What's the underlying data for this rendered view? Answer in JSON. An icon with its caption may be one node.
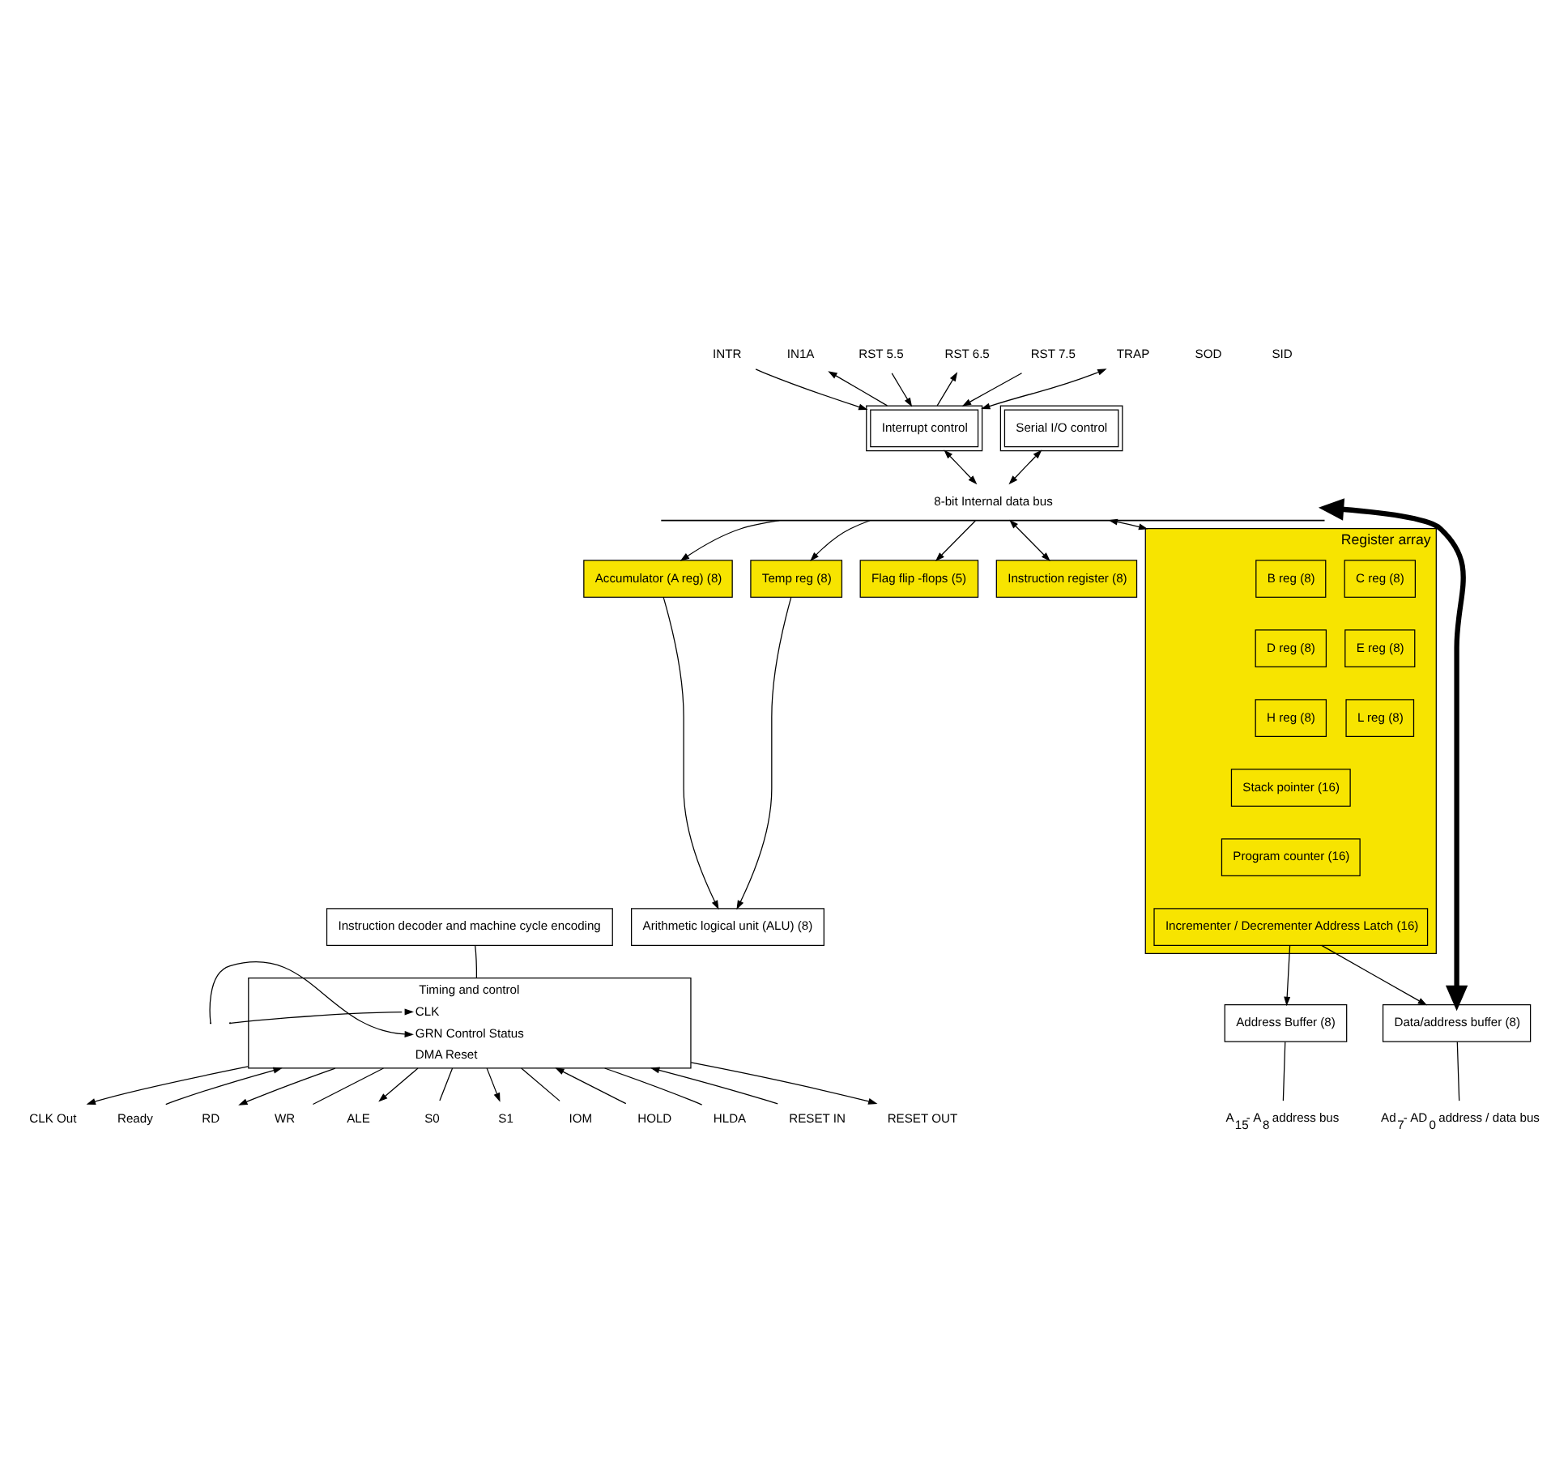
{
  "diagram": {
    "nodes": [
      {
        "text": [
          "8-bit Internal data bus"
        ]
      },
      {
        "text": [
          "Interrupt control"
        ]
      },
      {
        "text": [
          "Serial I/O control"
        ]
      },
      {
        "text": [
          "Accumulator (A reg) (8)"
        ]
      },
      {
        "text": [
          "Temp reg (8)"
        ]
      },
      {
        "text": [
          "Flag flip -flops (5)"
        ]
      },
      {
        "text": [
          "Instruction register (8)"
        ]
      },
      {
        "text": [
          "Register array"
        ]
      },
      {
        "text": [
          "B reg (8)"
        ],
        "in": 7
      },
      {
        "text": [
          "C reg (8)"
        ],
        "in": 7
      },
      {
        "text": [
          "D reg (8)"
        ],
        "in": 7
      },
      {
        "text": [
          "E reg (8)"
        ],
        "in": 7
      },
      {
        "text": [
          "H reg (8)"
        ],
        "in": 7
      },
      {
        "text": [
          "L reg (8)"
        ],
        "in": 7
      },
      {
        "text": [
          "Stack pointer (16)"
        ],
        "in": 7
      },
      {
        "text": [
          "Program counter (16)"
        ],
        "in": 7
      },
      {
        "text": [
          "Incrementer / Decrementer Address Latch (16)"
        ],
        "in": 7
      },
      {
        "text": [
          "Arithmetic logical unit (ALU) (8)"
        ]
      },
      {
        "text": [
          "Instruction decoder and machine cycle encoding"
        ]
      },
      {
        "text": [
          "Timing and control",
          "CLK",
          "GRN Control Status",
          "DMA Reset"
        ]
      },
      {
        "text": [
          "Address Buffer (8)"
        ]
      },
      {
        "text": [
          "Data/address buffer (8)"
        ]
      },
      {
        "text": [
          "A$_{15}$- A$_{8}$ address bus"
        ]
      },
      {
        "text": [
          "Ad$_{7}$- AD$_{0}$ address / data bus"
        ]
      },
      {
        "text": [
          "INTR"
        ]
      },
      {
        "text": [
          "IN1A"
        ]
      },
      {
        "text": [
          "RST 5.5"
        ]
      },
      {
        "text": [
          "RST 6.5"
        ]
      },
      {
        "text": [
          "RST 7.5"
        ]
      },
      {
        "text": [
          "TRAP"
        ]
      },
      {
        "text": [
          "CLK Out"
        ]
      },
      {
        "text": [
          "Ready"
        ]
      },
      {
        "text": [
          "RD"
        ]
      },
      {
        "text": [
          "WR"
        ]
      },
      {
        "text": [
          "ALE"
        ]
      },
      {
        "text": [
          "S0"
        ]
      },
      {
        "text": [
          "S1"
        ]
      },
      {
        "text": [
          "IOM"
        ]
      },
      {
        "text": [
          "HOLD"
        ]
      },
      {
        "text": [
          "HLDA"
        ]
      },
      {
        "text": [
          "RESET IN"
        ]
      },
      {
        "text": [
          "RESET OUT"
        ]
      }
    ],
    "edges": [
      {
        "from": 1,
        "to": 0,
        "arrow": "both"
      },
      {
        "from": 2,
        "to": 0,
        "arrow": "both"
      },
      {
        "from": 0,
        "to": 3,
        "arrow": "to"
      },
      {
        "from": 0,
        "to": 4,
        "arrow": "to"
      },
      {
        "from": 0,
        "to": 5,
        "arrow": "to"
      },
      {
        "from": 0,
        "to": 6,
        "arrow": "both"
      },
      {
        "from": 0,
        "to": 7,
        "arrow": "both"
      },
      {
        "from": 0,
        "to": 21,
        "arrow": "both",
        "style": "thick"
      },
      {
        "from": 4,
        "to": 17,
        "arrow": "to"
      },
      {
        "from": 3,
        "to": 17,
        "arrow": "to"
      },
      {
        "from": 18,
        "to": 19,
        "arrow": "none"
      },
      {
        "from": 16,
        "to": 20,
        "arrow": "to"
      },
      {
        "from": 16,
        "to": 21,
        "arrow": "to"
      },
      {
        "from": 20,
        "to": 22,
        "arrow": "none"
      },
      {
        "from": 21,
        "to": 23,
        "arrow": "none"
      },
      {
        "from": 24,
        "to": 1,
        "arrow": "to"
      },
      {
        "from": 1,
        "to": 25,
        "arrow": "to"
      },
      {
        "from": 26,
        "to": 1,
        "arrow": "to"
      },
      {
        "from": 1,
        "to": 27,
        "arrow": "to"
      },
      {
        "from": 28,
        "to": 1,
        "arrow": "to"
      },
      {
        "from": 29,
        "to": 1,
        "arrow": "both"
      },
      {
        "from": null,
        "to": 19,
        "arrow": "to"
      },
      {
        "from": null,
        "to": 19,
        "arrow": "to"
      },
      {
        "from": 19,
        "to": 30,
        "arrow": "to"
      },
      {
        "from": 31,
        "to": 19,
        "arrow": "to"
      },
      {
        "from": 19,
        "to": 32,
        "arrow": "to"
      },
      {
        "from": 19,
        "to": 33,
        "arrow": "none"
      },
      {
        "from": 19,
        "to": 34,
        "arrow": "to"
      },
      {
        "from": 19,
        "to": 35,
        "arrow": "none"
      },
      {
        "from": 19,
        "to": 36,
        "arrow": "to"
      },
      {
        "from": 19,
        "to": 37,
        "arrow": "none"
      },
      {
        "from": 38,
        "to": 19,
        "arrow": "to"
      },
      {
        "from": 19,
        "to": 39,
        "arrow": "none"
      },
      {
        "from": 40,
        "to": 19,
        "arrow": "to"
      },
      {
        "from": 19,
        "to": 41,
        "arrow": "to"
      }
    ],
    "labels": [
      "SOD",
      "SID"
    ]
  }
}
